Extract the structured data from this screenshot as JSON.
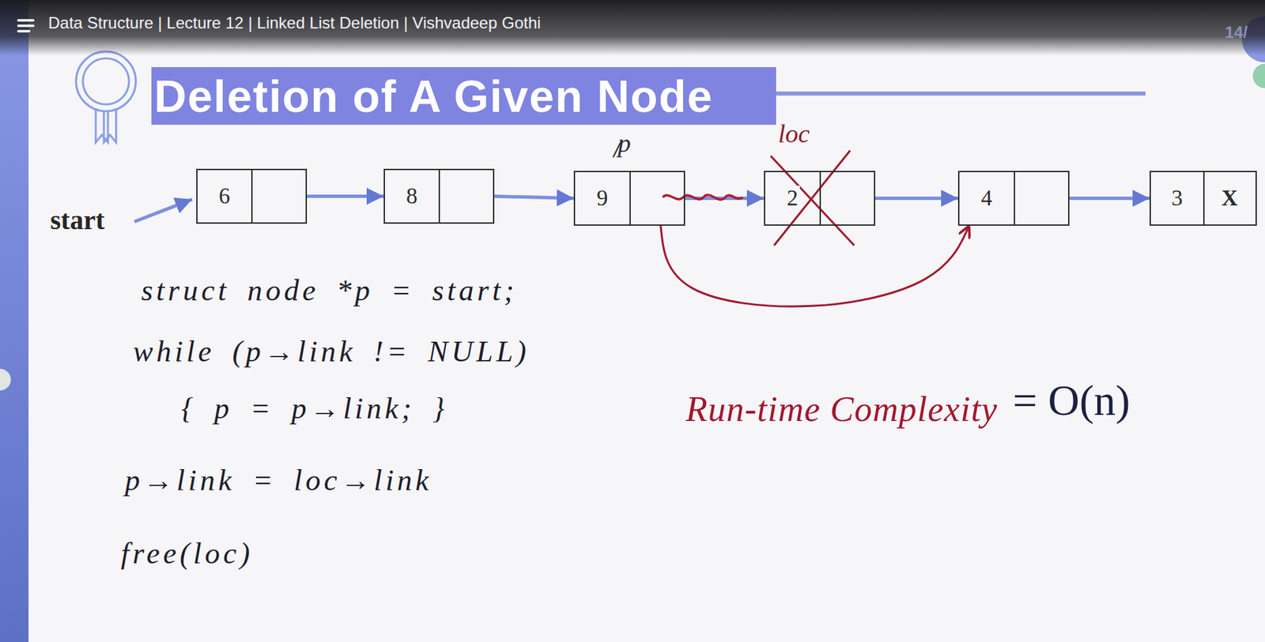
{
  "diagram": {
    "title": "Deletion of A Given Node",
    "nodes": [
      {
        "text": [
          "6"
        ]
      },
      {
        "text": [
          "8"
        ]
      },
      {
        "text": [
          "9"
        ]
      },
      {
        "text": [
          "2"
        ]
      },
      {
        "text": [
          "4"
        ]
      },
      {
        "text": [
          "3",
          "X"
        ]
      }
    ],
    "edges": [
      {
        "from": 0,
        "to": 1,
        "arrow": "to"
      },
      {
        "from": 1,
        "to": 2,
        "arrow": "to"
      },
      {
        "from": 2,
        "to": 3,
        "arrow": "to"
      },
      {
        "from": 3,
        "to": 4,
        "arrow": "to"
      },
      {
        "from": 4,
        "to": 5,
        "arrow": "to"
      },
      {
        "from": 2,
        "to": 4,
        "arrow": "to"
      }
    ],
    "labels": [
      "Data Structure | Lecture 12 | Linked List Deletion | Vishvadeep Gothi",
      "14/",
      "start",
      "p",
      "loc",
      "struct node *p = start;",
      "while (p→link != NULL)",
      "{ p = p→link; }",
      "p→link = loc→link",
      "free(loc)",
      "Run-time Complexity",
      "= O(n)"
    ]
  }
}
